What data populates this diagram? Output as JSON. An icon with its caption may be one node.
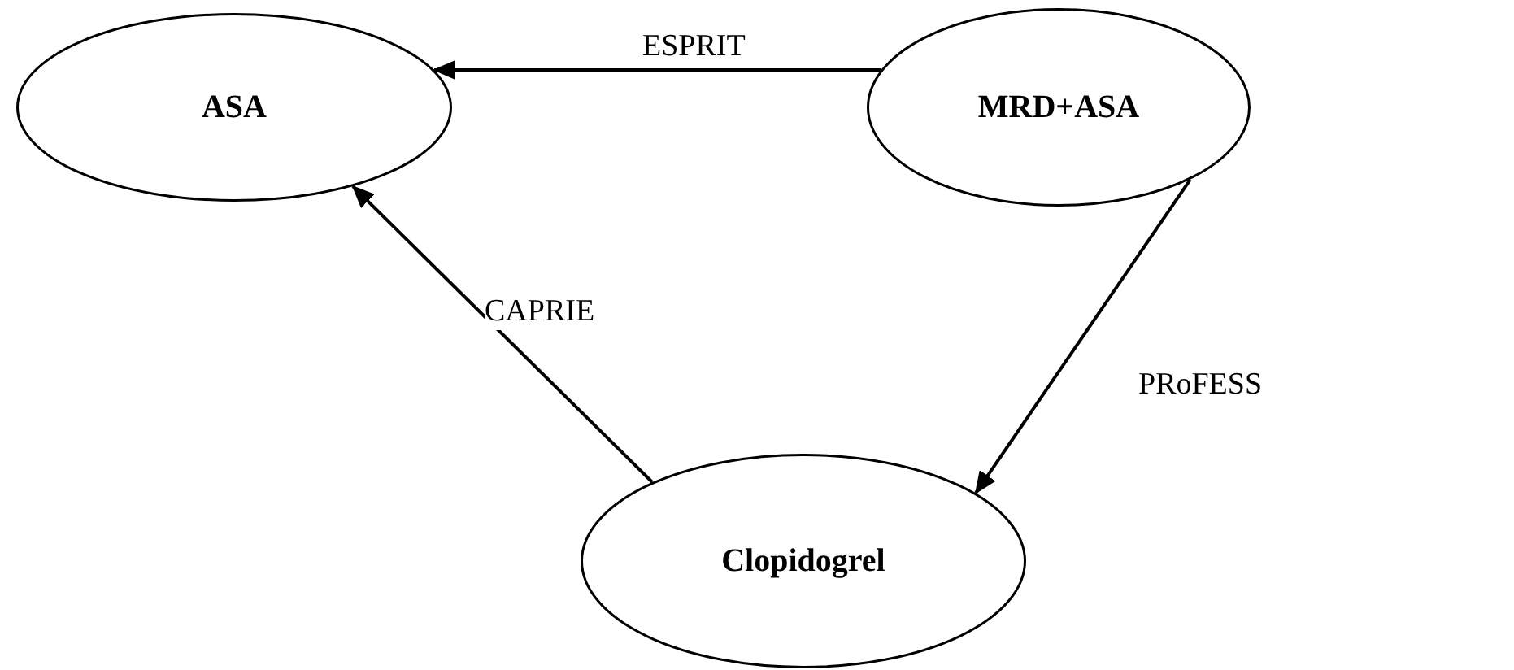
{
  "diagram": {
    "nodes": [
      {
        "text": [
          "ASA"
        ]
      },
      {
        "text": [
          "MRD+ASA"
        ]
      },
      {
        "text": [
          "Clopidogrel"
        ]
      }
    ],
    "edges": [
      {
        "from": 1,
        "to": 0,
        "arrow": "to",
        "label": "ESPRIT"
      },
      {
        "from": 2,
        "to": 0,
        "arrow": "to",
        "label": "CAPRIE"
      },
      {
        "from": 1,
        "to": 2,
        "arrow": "to",
        "label": "PRoFESS"
      }
    ]
  }
}
